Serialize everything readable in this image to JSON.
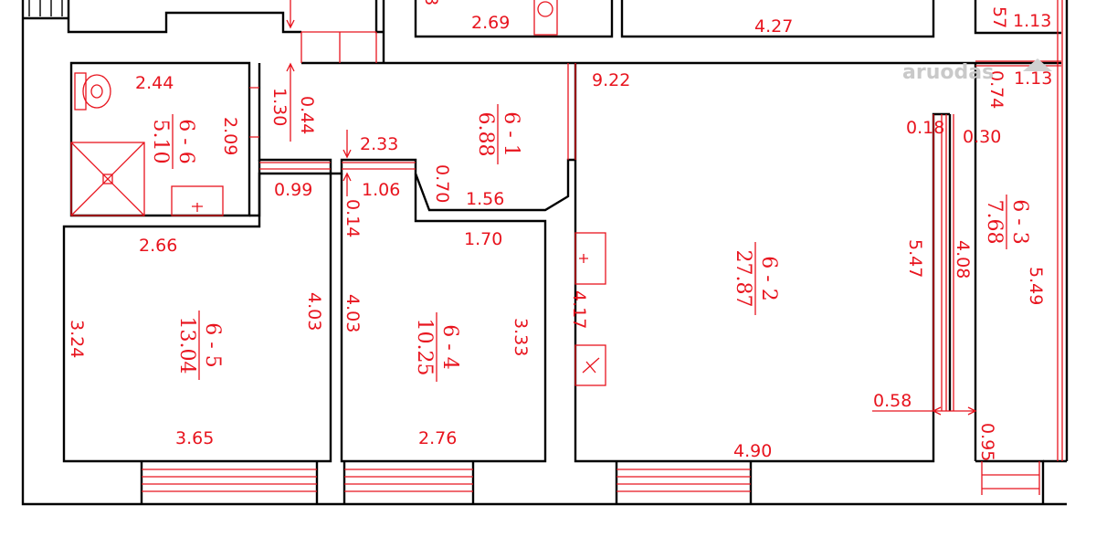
{
  "watermark": "aruodas",
  "rooms": [
    {
      "code": "6 - 1",
      "area": "6.88"
    },
    {
      "code": "6 - 2",
      "area": "27.87"
    },
    {
      "code": "6 - 3",
      "area": "7.68"
    },
    {
      "code": "6 - 4",
      "area": "10.25"
    },
    {
      "code": "6 - 5",
      "area": "13.04"
    },
    {
      "code": "6 - 6",
      "area": "5.10"
    }
  ],
  "dims": [
    "2.69",
    "4.27",
    "1.13",
    "57",
    "1.13",
    "8",
    "2.44",
    "0.44",
    "1.30",
    "2.09",
    "9.22",
    "0.74",
    "0.30",
    "0.18",
    "2.33",
    "0.99",
    "1.06",
    "0.70",
    "1.56",
    "0.14",
    "2.66",
    "1.70",
    "4.03",
    "4.03",
    "3.24",
    "3.33",
    "5.47",
    "4.08",
    "5.49",
    "4.17",
    "0.58",
    "3.65",
    "2.76",
    "4.90",
    "0.95"
  ]
}
